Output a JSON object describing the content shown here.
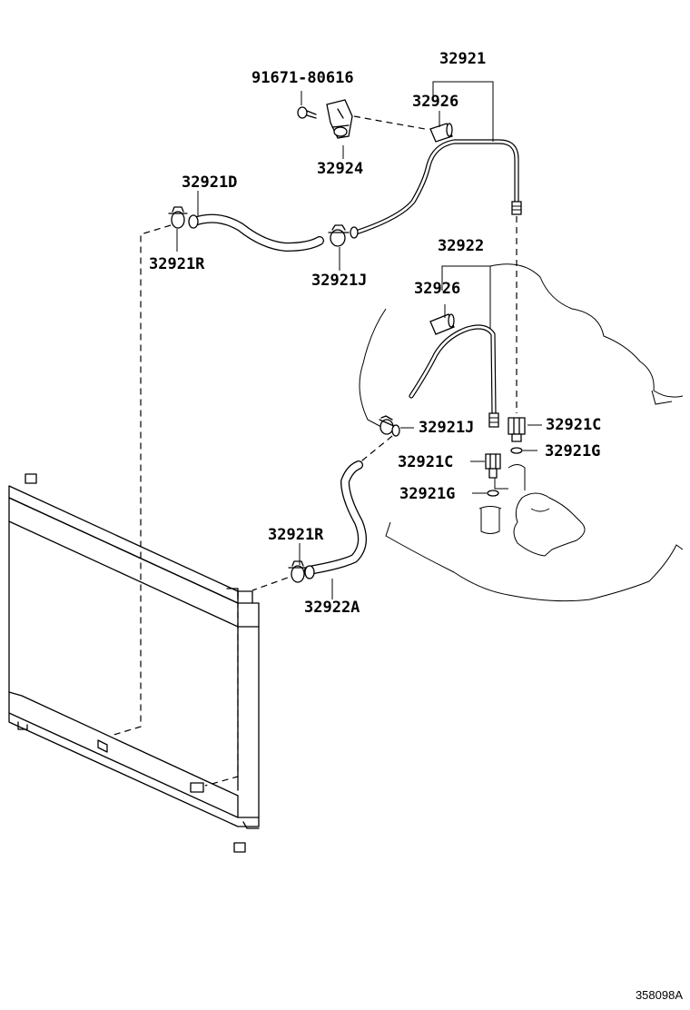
{
  "diagram": {
    "part_numbers": {
      "p_91671_80616": "91671-80616",
      "p_32921": "32921",
      "p_32926_top": "32926",
      "p_32924": "32924",
      "p_32921D": "32921D",
      "p_32921R_top": "32921R",
      "p_32921J_top": "32921J",
      "p_32922": "32922",
      "p_32926_mid": "32926",
      "p_32921J_mid": "32921J",
      "p_32921C_right": "32921C",
      "p_32921G_right": "32921G",
      "p_32921C_left": "32921C",
      "p_32921G_left": "32921G",
      "p_32921R_bottom": "32921R",
      "p_32922A": "32922A"
    },
    "diagram_code": "358098A"
  }
}
